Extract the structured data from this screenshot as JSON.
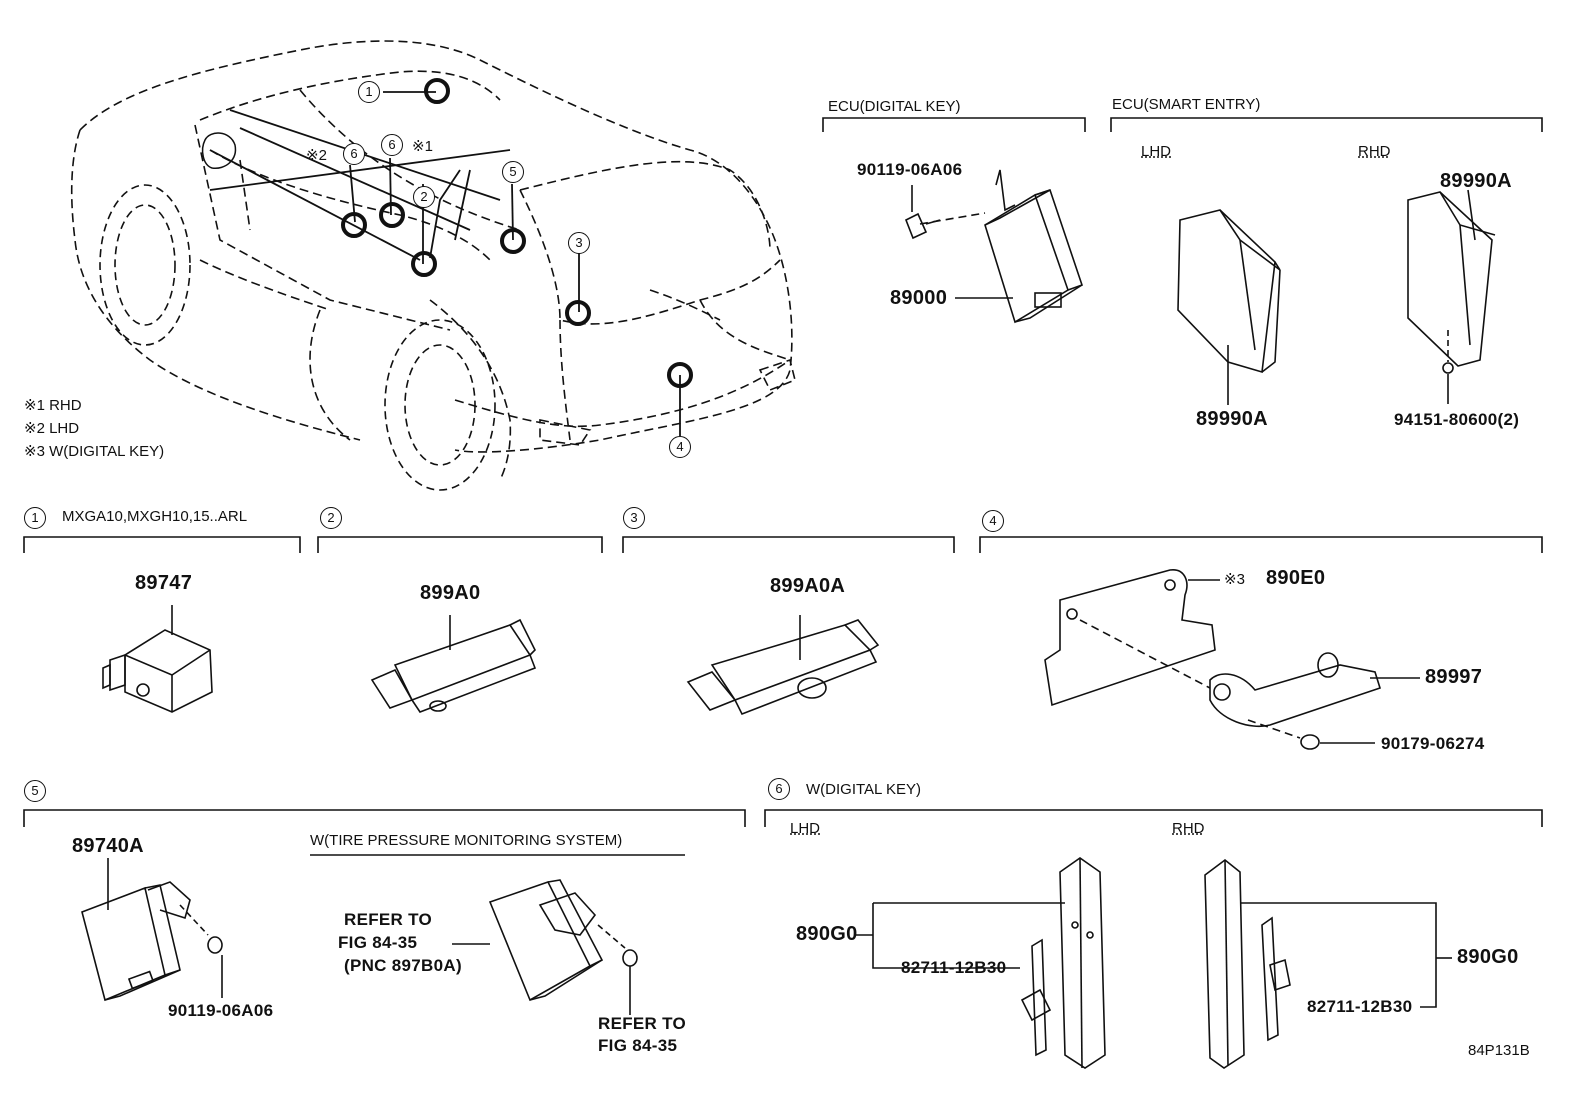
{
  "notes": [
    "※1 RHD",
    "※2 LHD",
    "※3 W(DIGITAL KEY)"
  ],
  "car_callouts": {
    "c1": "1",
    "c2": "2",
    "c3": "3",
    "c4": "4",
    "c5": "5",
    "c6a": "6",
    "c6b": "6",
    "m1": "※1",
    "m2": "※2"
  },
  "ecu_digital_key": {
    "title": "ECU(DIGITAL KEY)",
    "bolt": "90119-06A06",
    "ecu": "89000"
  },
  "ecu_smart_entry": {
    "title": "ECU(SMART ENTRY)",
    "lhd": "LHD",
    "rhd": "RHD",
    "part_lhd": "89990A",
    "part_rhd": "89990A",
    "nut": "94151-80600(2)"
  },
  "sections": {
    "s1": {
      "num": "1",
      "title": "MXGA10,MXGH10,15..ARL",
      "part": "89747"
    },
    "s2": {
      "num": "2",
      "part": "899A0"
    },
    "s3": {
      "num": "3",
      "part": "899A0A"
    },
    "s4": {
      "num": "4",
      "bracket": "890E0",
      "bracket_mark": "※3",
      "sensor": "89997",
      "bolt": "90179-06274"
    },
    "s5": {
      "num": "5",
      "part": "89740A",
      "bolt": "90119-06A06",
      "tpms_title": "W(TIRE PRESSURE MONITORING SYSTEM)",
      "refer1": [
        "REFER TO",
        "FIG 84-35",
        "(PNC 897B0A)"
      ],
      "refer2": [
        "REFER TO",
        "FIG 84-35"
      ]
    },
    "s6": {
      "num": "6",
      "title": "W(DIGITAL KEY)",
      "lhd": "LHD",
      "rhd": "RHD",
      "antenna_lhd": "890G0",
      "antenna_rhd": "890G0",
      "clip_lhd": "82711-12B30",
      "clip_rhd": "82711-12B30"
    }
  },
  "figure_code": "84P131B"
}
